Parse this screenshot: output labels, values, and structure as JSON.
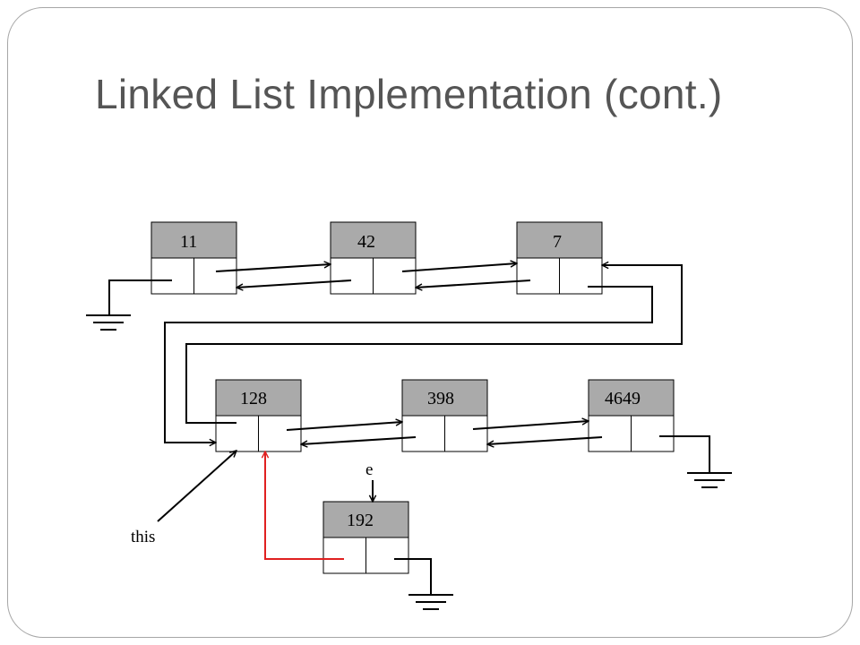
{
  "slide": {
    "title": "Linked List Implementation (cont.)"
  },
  "nodes": [
    {
      "id": "n11",
      "value": "11"
    },
    {
      "id": "n42",
      "value": "42"
    },
    {
      "id": "n7",
      "value": "7"
    },
    {
      "id": "n128",
      "value": "128"
    },
    {
      "id": "n398",
      "value": "398"
    },
    {
      "id": "n4649",
      "value": "4649"
    },
    {
      "id": "n192",
      "value": "192"
    }
  ],
  "labels": {
    "this": "this",
    "e": "e"
  },
  "colors": {
    "node_header": "#aaaaaa",
    "highlight_arrow": "#e02020",
    "frame_border": "#a6a6a6",
    "title_text": "#555555"
  }
}
